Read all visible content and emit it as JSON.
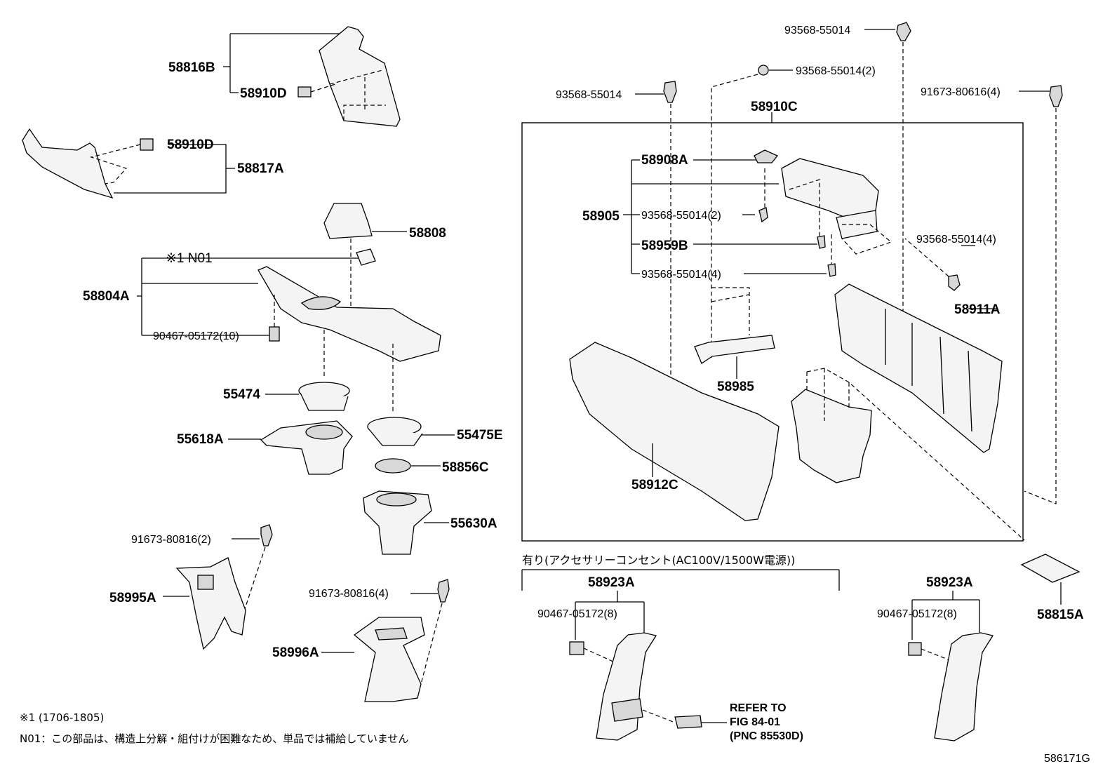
{
  "labels": {
    "p58816B": "58816B",
    "p58910D_a": "58910D",
    "p58910D_b": "58910D",
    "p58817A": "58817A",
    "p58808": "58808",
    "n01_ref": "※1 N01",
    "p58804A": "58804A",
    "p90467_10": "90467-05172(10)",
    "p55474": "55474",
    "p55618A": "55618A",
    "p55475E": "55475E",
    "p58856C": "58856C",
    "p55630A": "55630A",
    "p91673_2": "91673-80816(2)",
    "p58995A": "58995A",
    "p91673_4": "91673-80816(4)",
    "p58996A": "58996A",
    "p93568_top": "93568-55014",
    "p93568_2a": "93568-55014(2)",
    "p93568_left": "93568-55014",
    "p91673_80616": "91673-80616(4)",
    "p58910C": "58910C",
    "p58908A": "58908A",
    "p58905": "58905",
    "p93568_2b": "93568-55014(2)",
    "p58959B": "58959B",
    "p93568_4a": "93568-55014(4)",
    "p93568_4b": "93568-55014(4)",
    "p58911A": "58911A",
    "p58985": "58985",
    "p58912C": "58912C",
    "p58815A": "58815A",
    "accessory_note": "有り(アクセサリーコンセント(AC100V/1500W電源))",
    "p58923A_a": "58923A",
    "p90467_8a": "90467-05172(8)",
    "p58923A_b": "58923A",
    "p90467_8b": "90467-05172(8)",
    "refer_1": "REFER TO",
    "refer_2": "FIG 84-01",
    "refer_3": "(PNC 85530D)",
    "footnote_1": "※1 (1706-1805)",
    "footnote_2": "N01：この部品は、構造上分解・組付けが困難なため、単品では補給していません",
    "fig_id": "586171G"
  }
}
